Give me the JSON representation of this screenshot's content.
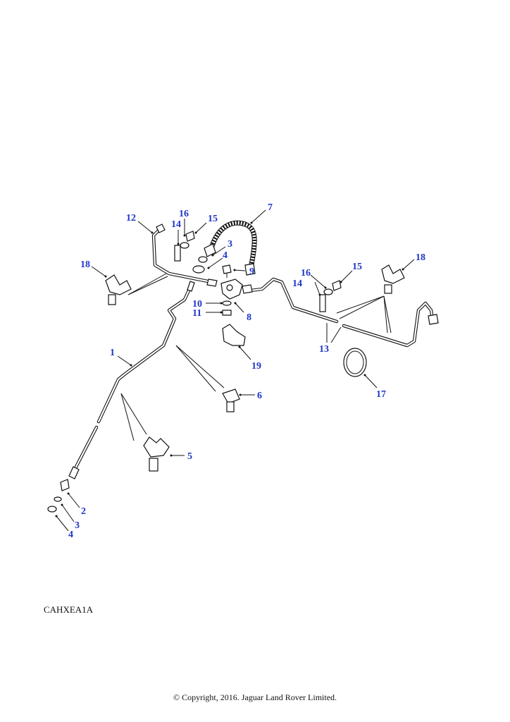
{
  "diagram": {
    "reference_code": "CAHXEA1A",
    "copyright": "© Copyright, 2016. Jaguar Land Rover Limited.",
    "callouts": {
      "c1": "1",
      "c2": "2",
      "c3a": "3",
      "c3b": "3",
      "c4a": "4",
      "c4b": "4",
      "c5": "5",
      "c6": "6",
      "c7": "7",
      "c8": "8",
      "c9": "9",
      "c10": "10",
      "c11": "11",
      "c12": "12",
      "c13": "13",
      "c14a": "14",
      "c14b": "14",
      "c15a": "15",
      "c15b": "15",
      "c16a": "16",
      "c16b": "16",
      "c17": "17",
      "c18a": "18",
      "c18b": "18",
      "c19": "19"
    }
  }
}
